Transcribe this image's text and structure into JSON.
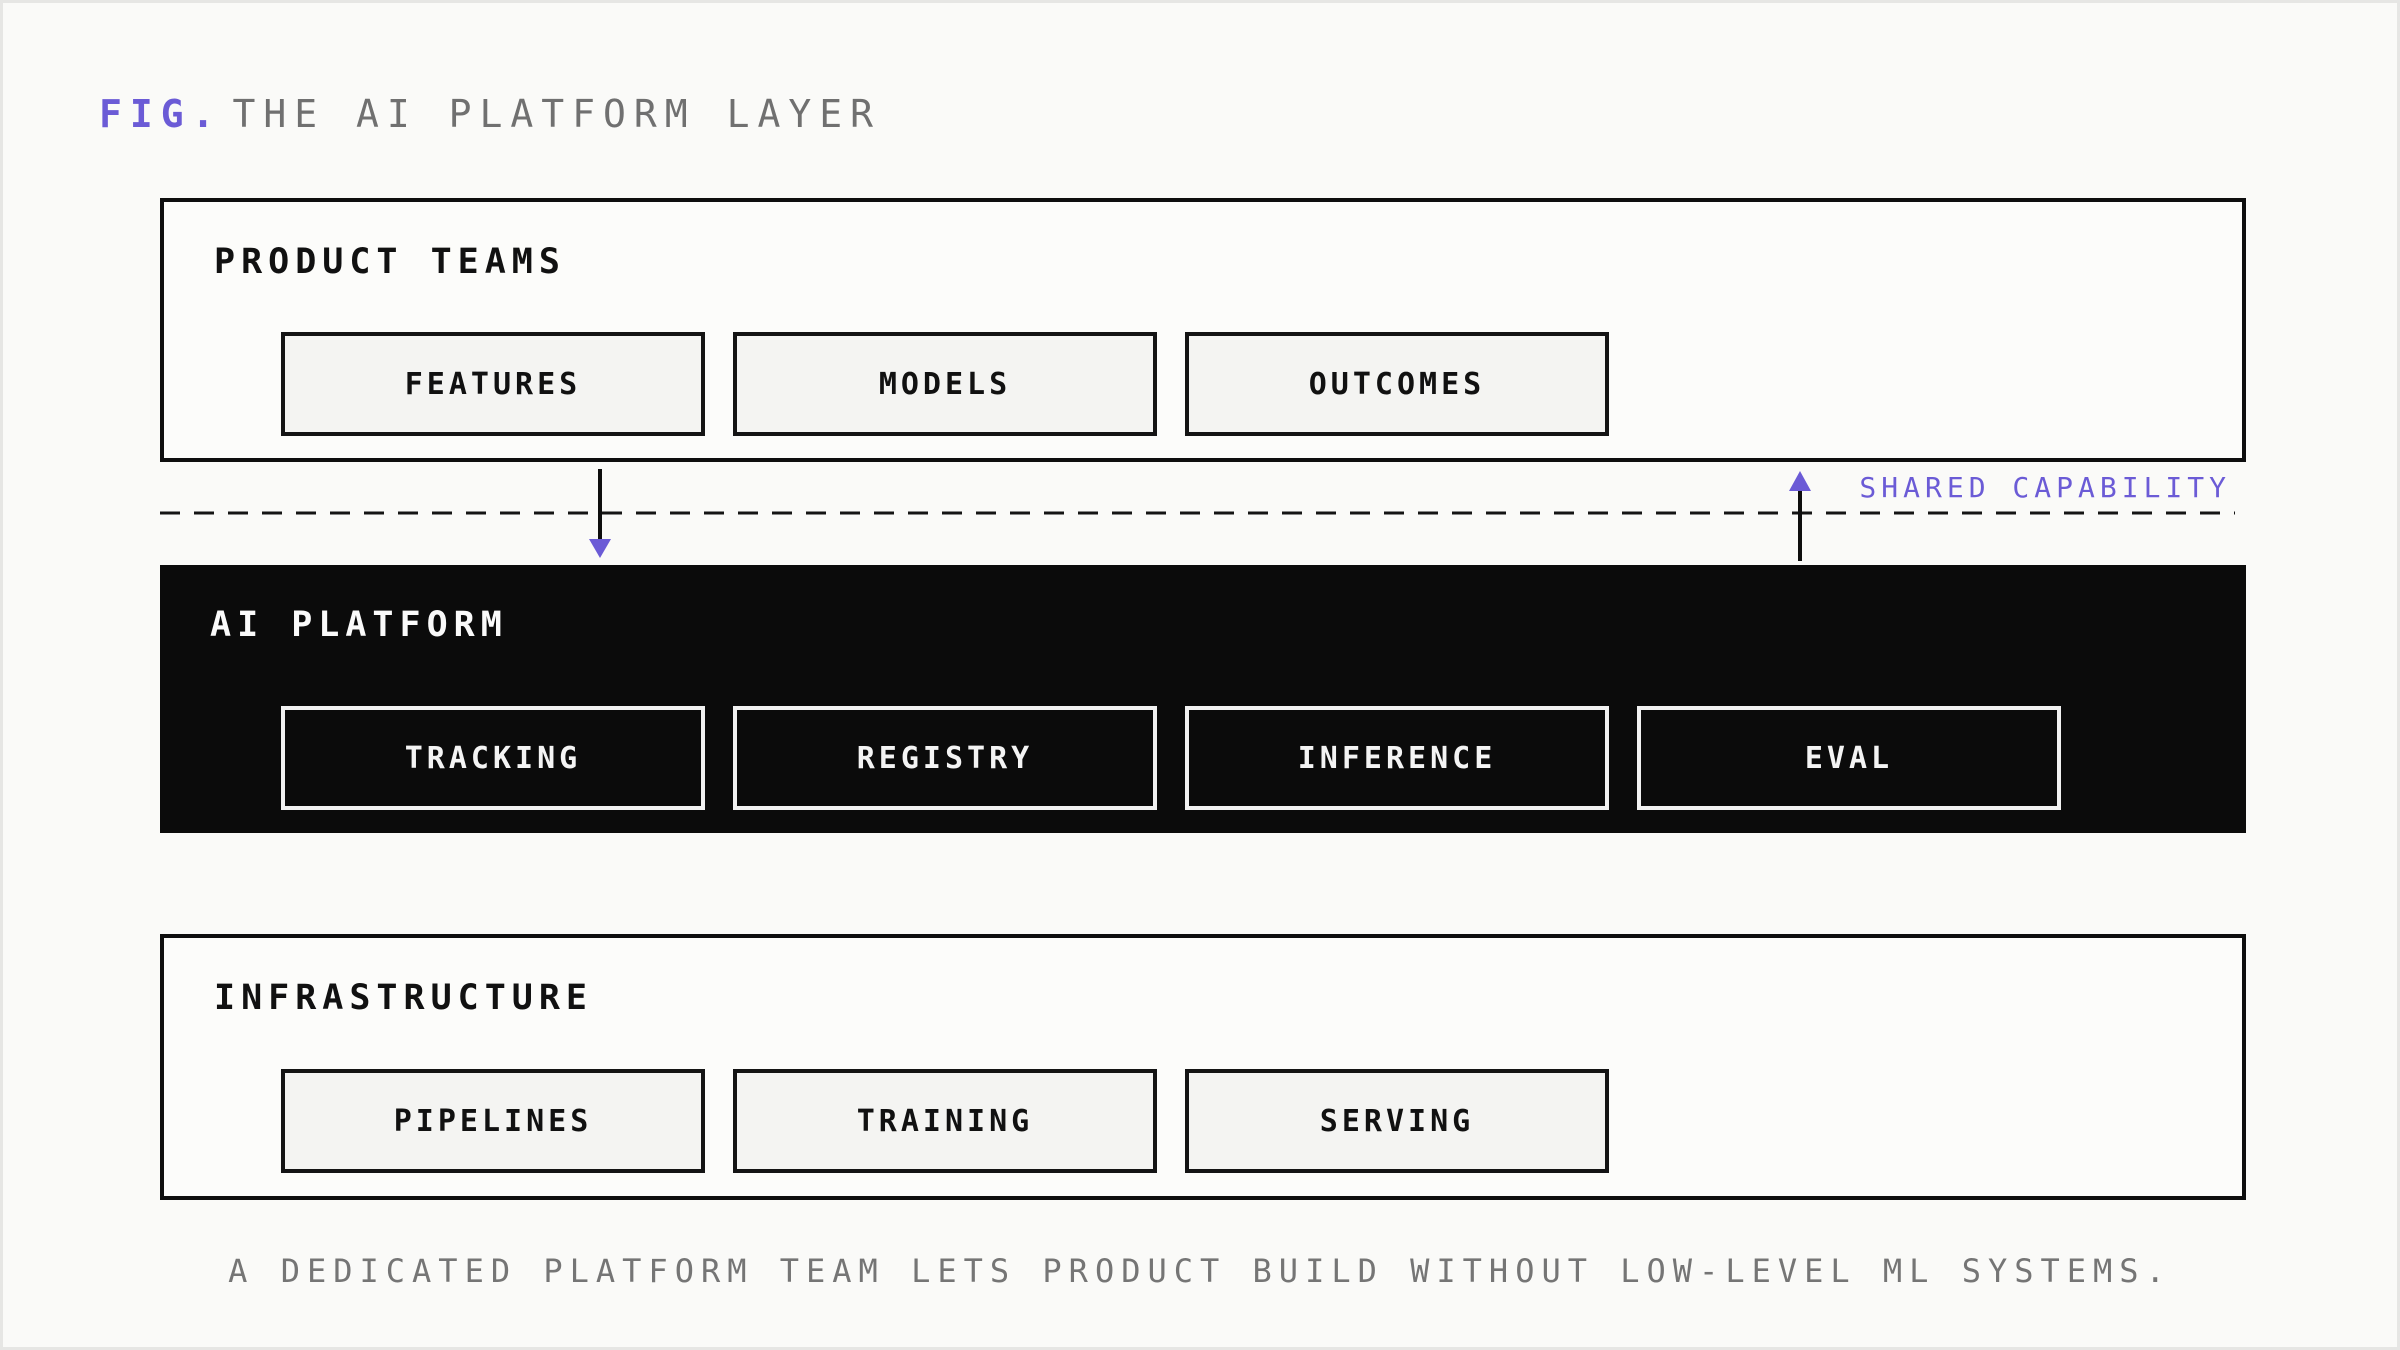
{
  "title": {
    "prefix": "FIG.",
    "text": "THE AI PLATFORM LAYER"
  },
  "layers": {
    "product": {
      "label": "PRODUCT TEAMS",
      "items": [
        "FEATURES",
        "MODELS",
        "OUTCOMES"
      ]
    },
    "platform": {
      "label": "AI PLATFORM",
      "items": [
        "TRACKING",
        "REGISTRY",
        "INFERENCE",
        "EVAL"
      ]
    },
    "infrastructure": {
      "label": "INFRASTRUCTURE",
      "items": [
        "PIPELINES",
        "TRAINING",
        "SERVING"
      ]
    }
  },
  "boundary_label": "SHARED CAPABILITY",
  "caption": "A DEDICATED PLATFORM TEAM LETS PRODUCT BUILD WITHOUT LOW-LEVEL ML SYSTEMS.",
  "colors": {
    "accent": "#6b5bd6",
    "ink": "#0e0e0e",
    "platform_fill": "#0b0b0b",
    "background": "#fafaf8"
  }
}
